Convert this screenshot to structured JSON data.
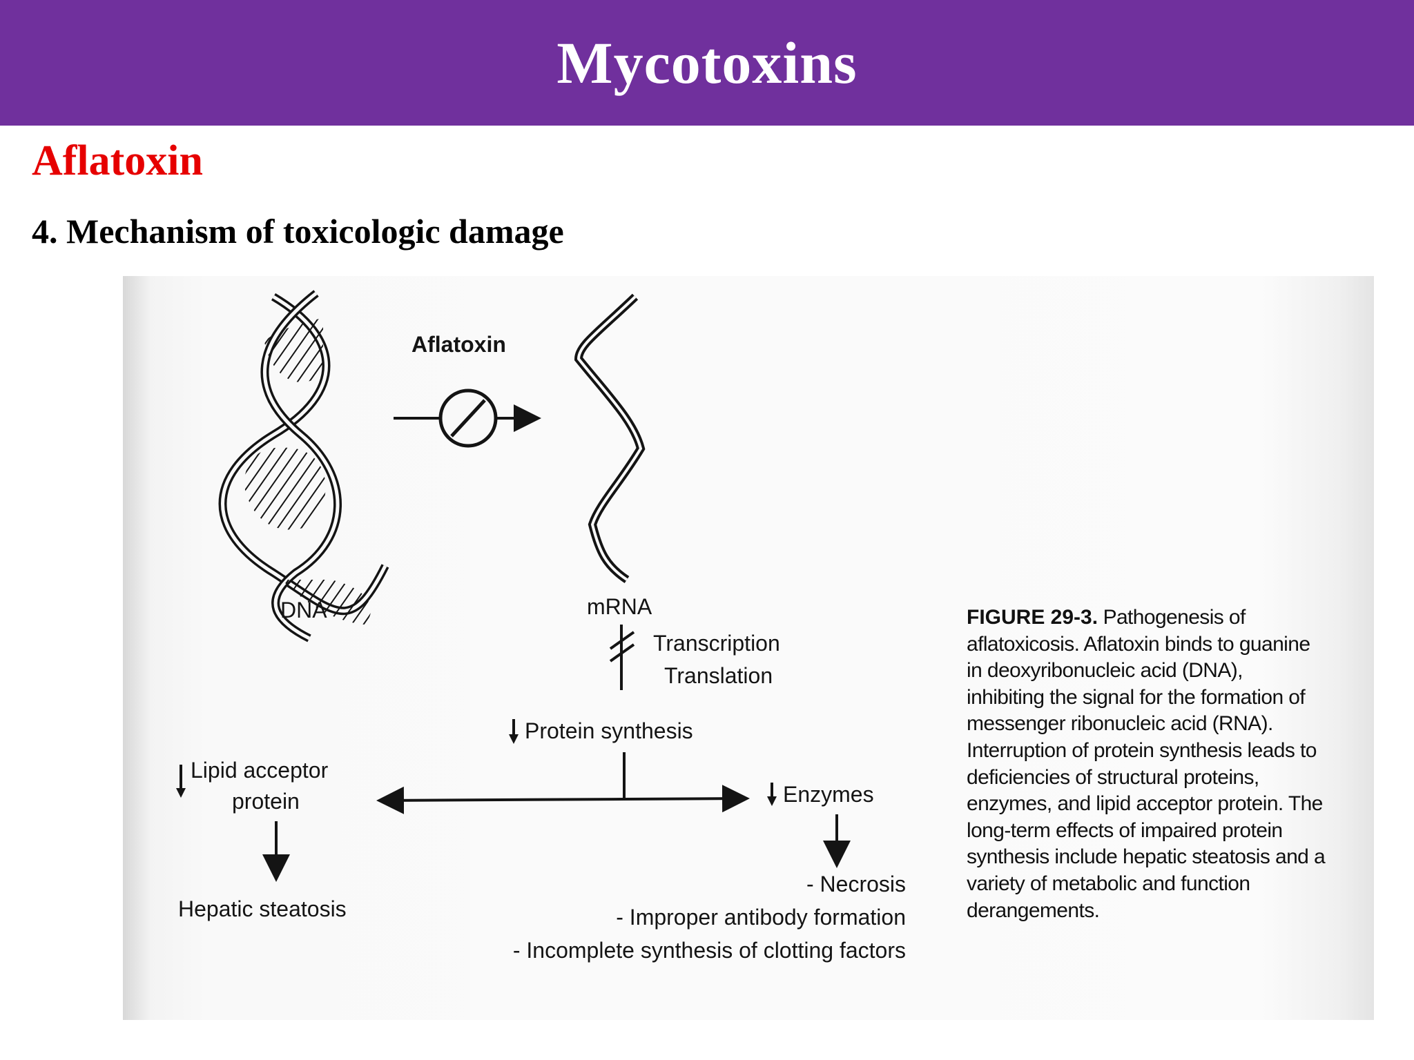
{
  "slide": {
    "title": "Mycotoxins",
    "subtitle": "Aflatoxin",
    "section_heading": "4. Mechanism of toxicologic damage"
  },
  "colors": {
    "header_bg": "#70309d",
    "title_text": "#ffffff",
    "subtitle_text": "#e60000",
    "heading_text": "#000000"
  },
  "figure": {
    "labels": {
      "aflatoxin": "Aflatoxin",
      "dna": "DNA",
      "mrna": "mRNA",
      "transcription": "Transcription",
      "translation": "Translation",
      "protein_synthesis": "Protein synthesis",
      "lipid_line1": "Lipid acceptor",
      "lipid_line2": "protein",
      "enzymes": "Enzymes",
      "hepatic_steatosis": "Hepatic steatosis",
      "necrosis": "- Necrosis",
      "improper_antibody": "- Improper antibody formation",
      "clotting": "- Incomplete synthesis of clotting factors"
    },
    "caption": {
      "label": "FIGURE 29-3.",
      "text": "Pathogenesis of aflatoxicosis. Aflatoxin binds to guanine in deoxyribonucleic acid (DNA), inhibiting the signal for the formation of messenger ribonucleic acid (RNA). Interruption of protein synthesis leads to deficiencies of structural proteins, enzymes, and lipid acceptor protein. The long-term effects of impaired protein synthesis include hepatic steatosis and a variety of metabolic and function derangements."
    },
    "icons": [
      "dna-double-helix",
      "mrna-strand",
      "inhibition-circle",
      "down-arrow"
    ]
  }
}
